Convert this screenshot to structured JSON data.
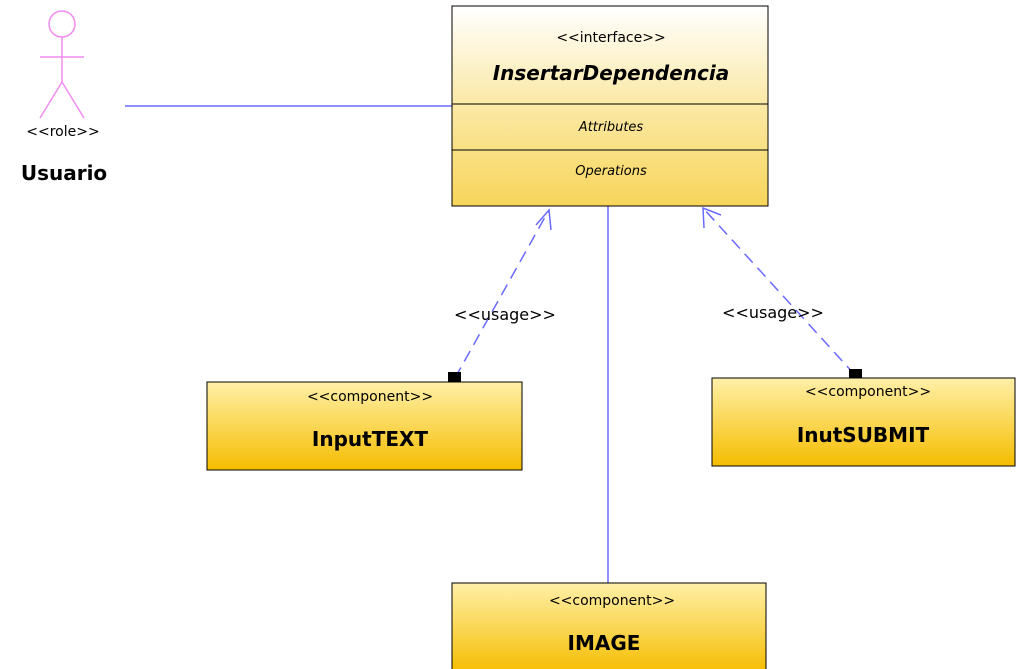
{
  "actor": {
    "stereotype": "<<role>>",
    "name": "Usuario",
    "icon": "stick-figure-icon",
    "color": "#f08cf0"
  },
  "interface": {
    "stereotype": "<<interface>>",
    "name": "InsertarDependencia",
    "attributes_label": "Attributes",
    "operations_label": "Operations"
  },
  "components": {
    "input_text": {
      "stereotype": "<<component>>",
      "name": "InputTEXT"
    },
    "input_submit": {
      "stereotype": "<<component>>",
      "name": "InutSUBMIT"
    },
    "image": {
      "stereotype": "<<component>>",
      "name": "IMAGE"
    }
  },
  "usages": {
    "left": "<<usage>>",
    "right": "<<usage>>"
  },
  "colors": {
    "connector": "#6a6aff",
    "box_border": "#000000",
    "interface_fill_top": "#fffbe6",
    "interface_fill_bottom": "#f7d861",
    "component_fill_top": "#ffe680",
    "component_fill_bottom": "#f5c000"
  }
}
